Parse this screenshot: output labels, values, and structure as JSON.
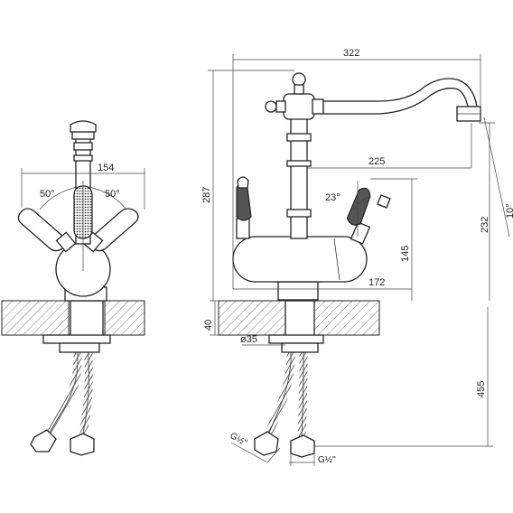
{
  "front_view": {
    "width": "154",
    "angle_left": "50°",
    "angle_right": "50°"
  },
  "side_view": {
    "spout_reach": "322",
    "inner_reach": "225",
    "height_total": "287",
    "height_spout": "232",
    "height_body": "145",
    "base_depth": "172",
    "handle_angle": "23°",
    "spout_tilt": "10°",
    "counter_thickness": "40",
    "hole_diameter": "ø35",
    "hose_length": "455",
    "thread_left": "G½\"",
    "thread_right": "G½\""
  },
  "colors": {
    "line": "#222222",
    "hatch": "#555555",
    "handle_insert": "#555555"
  }
}
